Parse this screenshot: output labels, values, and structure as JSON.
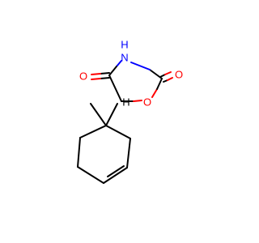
{
  "colors": {
    "carbon_bond": "#000000",
    "nitrogen": "#0000ff",
    "oxygen": "#ff0000",
    "background": "#ffffff"
  },
  "atom_labels": {
    "ring_nh": "H",
    "ring_n": "N",
    "carbonyl_o_c2": "O",
    "carbonyl_o_c4": "O",
    "ring_o": "O",
    "c5_h": "H"
  }
}
